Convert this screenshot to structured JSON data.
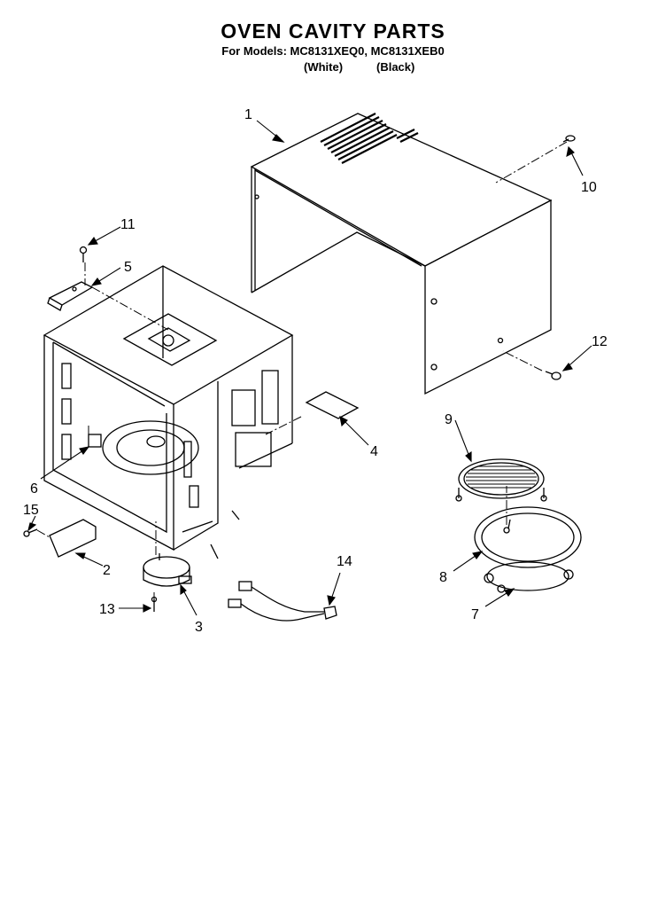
{
  "header": {
    "title": "OVEN CAVITY PARTS",
    "models_line": "For Models: MC8131XEQ0, MC8131XEB0",
    "variant_white": "(White)",
    "variant_black": "(Black)"
  },
  "callouts": {
    "c1": "1",
    "c2": "2",
    "c3": "3",
    "c4": "4",
    "c5": "5",
    "c6": "6",
    "c7": "7",
    "c8": "8",
    "c9": "9",
    "c10": "10",
    "c11": "11",
    "c12": "12",
    "c13": "13",
    "c14": "14",
    "c15": "15"
  }
}
